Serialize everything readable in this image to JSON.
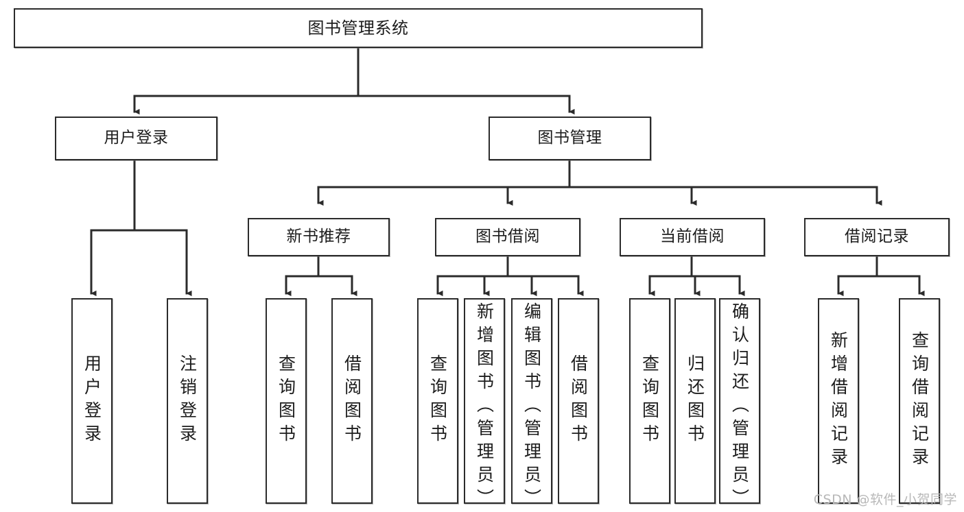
{
  "diagram": {
    "title": "图书管理系统",
    "type": "tree-hierarchy-diagram",
    "stroke_color": "#2b2b2b",
    "fill_color": "#ffffff",
    "text_color": "#1c1c1c"
  },
  "nodes": {
    "root": {
      "label": "图书管理系统"
    },
    "level1": [
      {
        "id": "user-login",
        "label": "用户登录"
      },
      {
        "id": "book-manage",
        "label": "图书管理"
      }
    ],
    "level2": [
      {
        "id": "new-book-recommend",
        "label": "新书推荐"
      },
      {
        "id": "book-borrow",
        "label": "图书借阅"
      },
      {
        "id": "current-borrow",
        "label": "当前借阅"
      },
      {
        "id": "borrow-record",
        "label": "借阅记录"
      }
    ],
    "leaves": {
      "user_login": [
        {
          "id": "leaf-user-login",
          "label": "用户登录"
        },
        {
          "id": "leaf-logout-login",
          "label": "注销登录"
        }
      ],
      "new_book_recommend": [
        {
          "id": "leaf-query-book-1",
          "label": "查询图书"
        },
        {
          "id": "leaf-borrow-book-1",
          "label": "借阅图书"
        }
      ],
      "book_borrow": [
        {
          "id": "leaf-query-book-2",
          "label": "查询图书"
        },
        {
          "id": "leaf-add-book",
          "label": "新增图书（管理员）"
        },
        {
          "id": "leaf-edit-book",
          "label": "编辑图书（管理员）"
        },
        {
          "id": "leaf-borrow-book-2",
          "label": "借阅图书"
        }
      ],
      "current_borrow": [
        {
          "id": "leaf-query-book-3",
          "label": "查询图书"
        },
        {
          "id": "leaf-return-book",
          "label": "归还图书"
        },
        {
          "id": "leaf-confirm-return",
          "label": "确认归还（管理员）"
        }
      ],
      "borrow_record": [
        {
          "id": "leaf-add-record",
          "label": "新增借阅记录"
        },
        {
          "id": "leaf-query-record",
          "label": "查询借阅记录"
        }
      ]
    }
  },
  "watermark": {
    "text": "CSDN @软件_小贺同学"
  }
}
